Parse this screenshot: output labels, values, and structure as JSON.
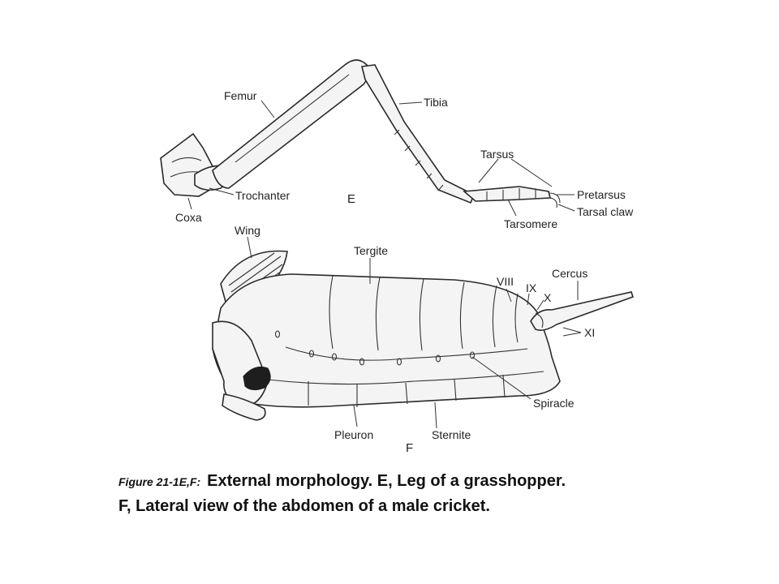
{
  "leg": {
    "labels": {
      "femur": "Femur",
      "tibia": "Tibia",
      "tarsus": "Tarsus",
      "pretarsus": "Pretarsus",
      "tarsal_claw": "Tarsal claw",
      "tarsomere": "Tarsomere",
      "trochanter": "Trochanter",
      "coxa": "Coxa"
    },
    "panel": "E"
  },
  "abdomen": {
    "labels": {
      "wing": "Wing",
      "tergite": "Tergite",
      "viii": "VIII",
      "ix": "IX",
      "x": "X",
      "cercus": "Cercus",
      "xi": "XI",
      "spiracle": "Spiracle",
      "pleuron": "Pleuron",
      "sternite": "Sternite"
    },
    "panel": "F"
  },
  "caption": {
    "figure_number": "Figure 21-1E,F:",
    "line1": "External morphology.  E, Leg of a grasshopper.",
    "line2": "F, Lateral view of the abdomen of a male cricket."
  }
}
